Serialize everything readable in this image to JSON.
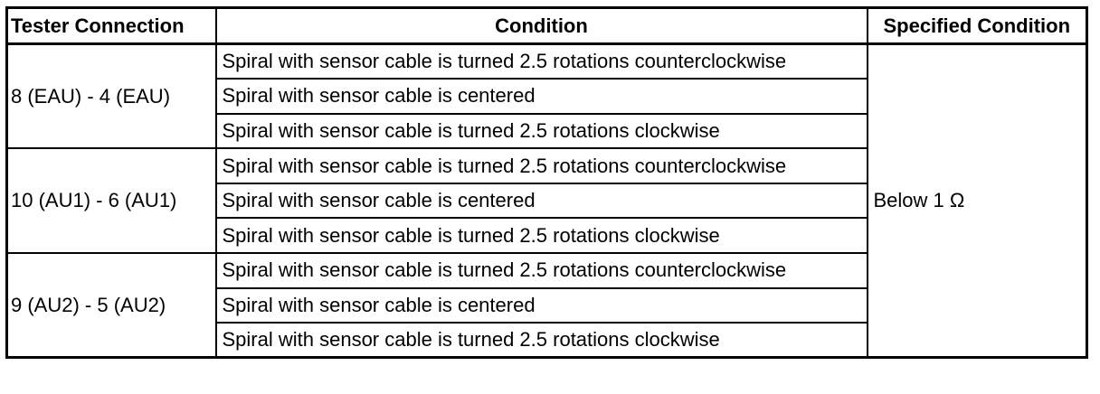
{
  "headers": {
    "tester_connection": "Tester Connection",
    "condition": "Condition",
    "specified_condition": "Specified Condition"
  },
  "groups": [
    {
      "connection": "8 (EAU) - 4 (EAU)",
      "conditions": [
        "Spiral with sensor cable is turned 2.5 rotations counterclockwise",
        "Spiral with sensor cable is centered",
        "Spiral with sensor cable is turned 2.5 rotations clockwise"
      ]
    },
    {
      "connection": "10 (AU1) - 6 (AU1)",
      "conditions": [
        "Spiral with sensor cable is turned 2.5 rotations counterclockwise",
        "Spiral with sensor cable is centered",
        "Spiral with sensor cable is turned 2.5 rotations clockwise"
      ]
    },
    {
      "connection": "9 (AU2) - 5 (AU2)",
      "conditions": [
        "Spiral with sensor cable is turned 2.5 rotations counterclockwise",
        "Spiral with sensor cable is centered",
        "Spiral with sensor cable is turned 2.5 rotations clockwise"
      ]
    }
  ],
  "specified_condition": "Below 1 Ω"
}
